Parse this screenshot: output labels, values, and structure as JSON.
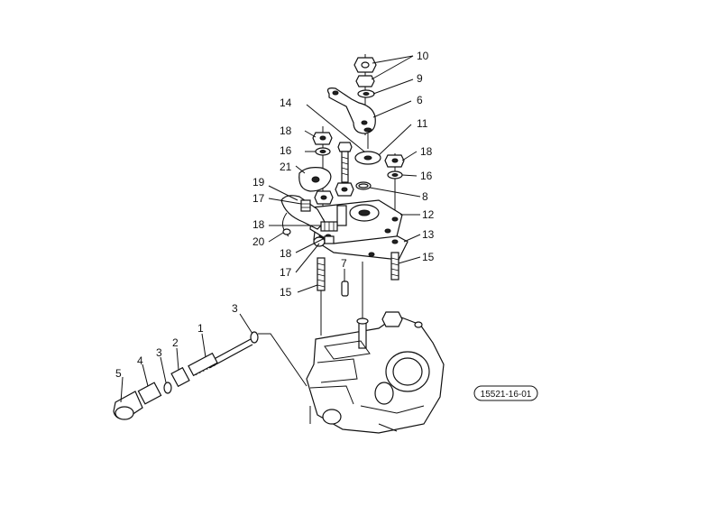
{
  "drawing_code": "15521-16-01",
  "callouts": [
    "10",
    "9",
    "6",
    "14",
    "11",
    "18",
    "16",
    "18",
    "16",
    "21",
    "8",
    "19",
    "17",
    "12",
    "18",
    "13",
    "20",
    "18",
    "15",
    "17",
    "7",
    "15",
    "3",
    "1",
    "2",
    "3",
    "4",
    "5"
  ]
}
